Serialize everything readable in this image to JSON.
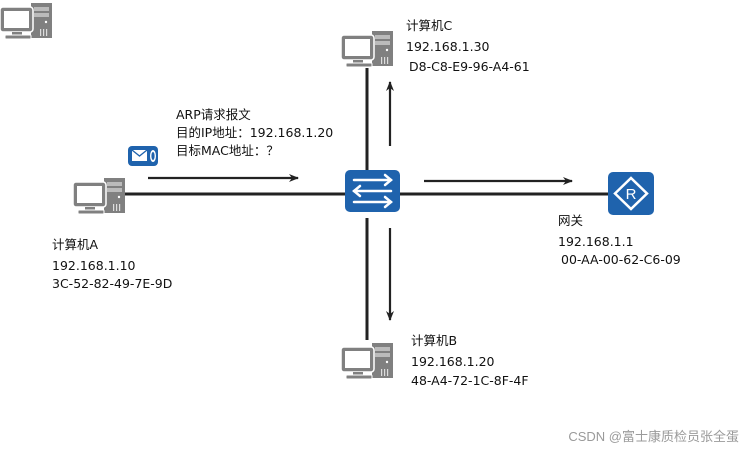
{
  "colors": {
    "line": "#222222",
    "device_blue": "#1f63ad",
    "pc_gray": "#808080",
    "watermark": "#9a9a9a"
  },
  "computer_c": {
    "name": "计算机C",
    "ip": "192.168.1.30",
    "mac": "D8-C8-E9-96-A4-61",
    "icon": "computer-icon"
  },
  "computer_a": {
    "name": "计算机A",
    "ip": "192.168.1.10",
    "mac": "3C-52-82-49-7E-9D",
    "icon": "computer-icon"
  },
  "computer_b": {
    "name": "计算机B",
    "ip": "192.168.1.20",
    "mac": "48-A4-72-1C-8F-4F",
    "icon": "computer-icon"
  },
  "gateway": {
    "name": "网关",
    "ip": "192.168.1.1",
    "mac": "00-AA-00-62-C6-09",
    "icon": "router-icon"
  },
  "switch": {
    "icon": "switch-icon"
  },
  "arp_request": {
    "title": "ARP请求报文",
    "target_ip": "目的IP地址：192.168.1.20",
    "target_mac": "目标MAC地址：？",
    "icon": "message-icon"
  },
  "watermark": "CSDN @富士康质检员张全蛋"
}
